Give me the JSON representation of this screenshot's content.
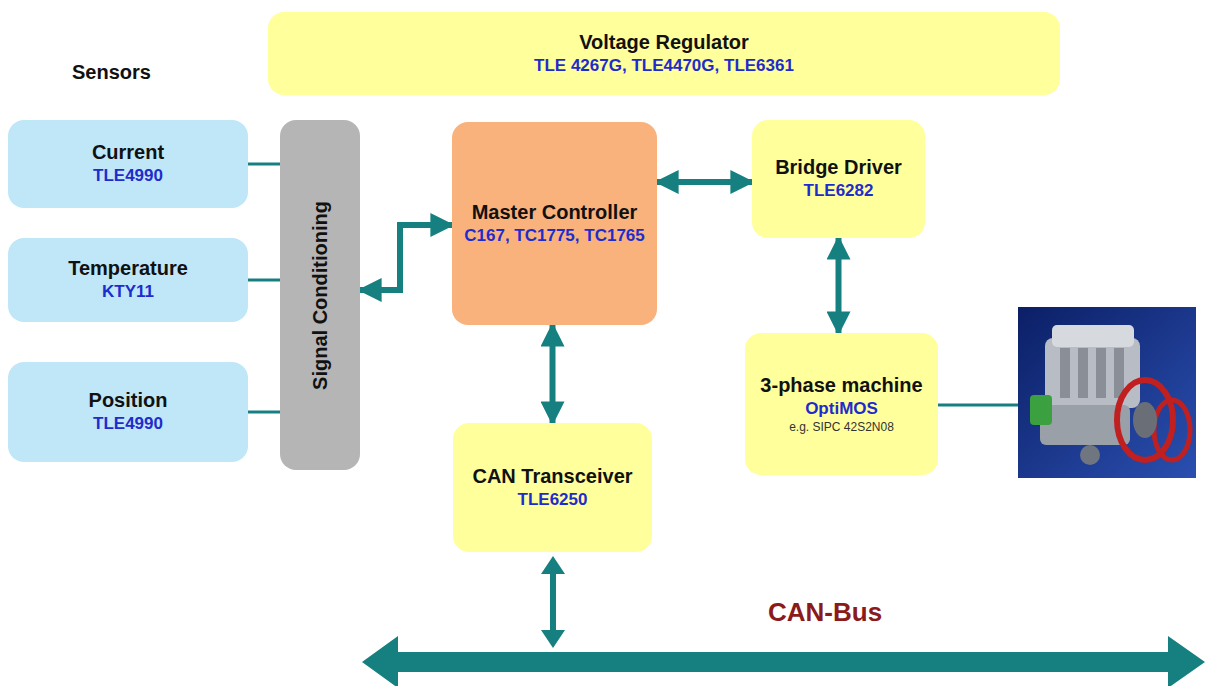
{
  "diagram": {
    "nodes": [
      {
        "text": [
          "Voltage Regulator",
          "TLE 4267G, TLE4470G, TLE6361"
        ]
      },
      {
        "text": [
          "Current",
          "TLE4990"
        ]
      },
      {
        "text": [
          "Temperature",
          "KTY11"
        ]
      },
      {
        "text": [
          "Position",
          "TLE4990"
        ]
      },
      {
        "text": [
          "Signal Conditioning"
        ]
      },
      {
        "text": [
          "Master Controller",
          "C167, TC1775, TC1765"
        ]
      },
      {
        "text": [
          "Bridge Driver",
          "TLE6282"
        ]
      },
      {
        "text": [
          "3-phase machine",
          "OptiMOS",
          "e.g. SIPC 42S2N08"
        ]
      },
      {
        "text": [
          "CAN Transceiver",
          "TLE6250"
        ]
      }
    ],
    "edges": [
      {
        "from": 1,
        "to": 4,
        "arrow": "none"
      },
      {
        "from": 2,
        "to": 4,
        "arrow": "none"
      },
      {
        "from": 3,
        "to": 4,
        "arrow": "none"
      },
      {
        "from": 4,
        "to": 5,
        "arrow": "both"
      },
      {
        "from": 5,
        "to": 6,
        "arrow": "both"
      },
      {
        "from": 6,
        "to": 7,
        "arrow": "both"
      },
      {
        "from": 5,
        "to": 8,
        "arrow": "both"
      }
    ],
    "labels": [
      "Sensors",
      "CAN-Bus"
    ]
  }
}
